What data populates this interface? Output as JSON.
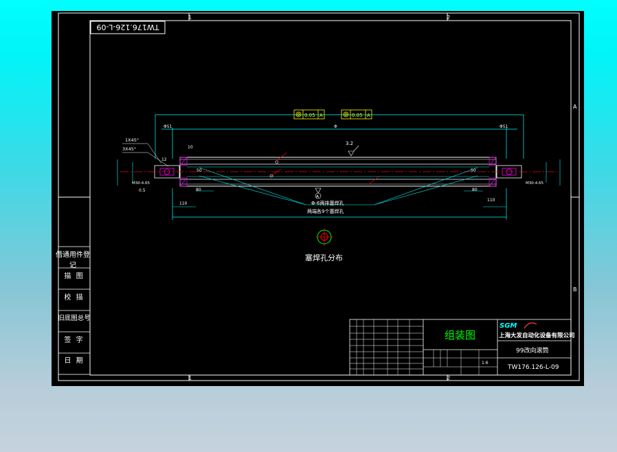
{
  "colors": {
    "background_top": "#00ffff",
    "background_bottom": "#c6d3de",
    "canvas": "#000000",
    "frame": "#ffffff",
    "geometry": "#00ffff",
    "centerline": "#ff0000",
    "annotation_green": "#00ff00",
    "annotation_yellow": "#ffff00",
    "hatch": "#ff00ff"
  },
  "drawing": {
    "number_box": "TW176.126-L-09",
    "zone_top": [
      "1",
      "2"
    ],
    "zone_right": [
      "A",
      "B"
    ],
    "tolerances": [
      "0.05",
      "0.05"
    ],
    "datum": "A",
    "dim_top_left": "Φ51",
    "dim_top_mid": "Φ",
    "dim_top_right": "Φ51",
    "roughness": "3.2",
    "chamfer_1": "1X45°",
    "chamfer_2": "3X45°",
    "dim_small": [
      "10",
      "12",
      "50",
      "50",
      "80",
      "80",
      "110",
      "110",
      "0.5",
      "M30-4.65"
    ],
    "weld_note_1": "Φ-6两排塞焊孔",
    "weld_note_2": "两端各9个塞焊孔",
    "detail_label": "塞焊孔分布"
  },
  "left_panel": [
    "借通用件登记",
    "描 图",
    "校 描",
    "旧底图总号",
    "签 字",
    "日 期"
  ],
  "title_block": {
    "title": "组装图",
    "company": "上海大发自动化设备有限公司",
    "part_name": "99改向滚筒",
    "part_number": "TW176.126-L-09",
    "scale": "1:6",
    "logo": "SGM"
  }
}
